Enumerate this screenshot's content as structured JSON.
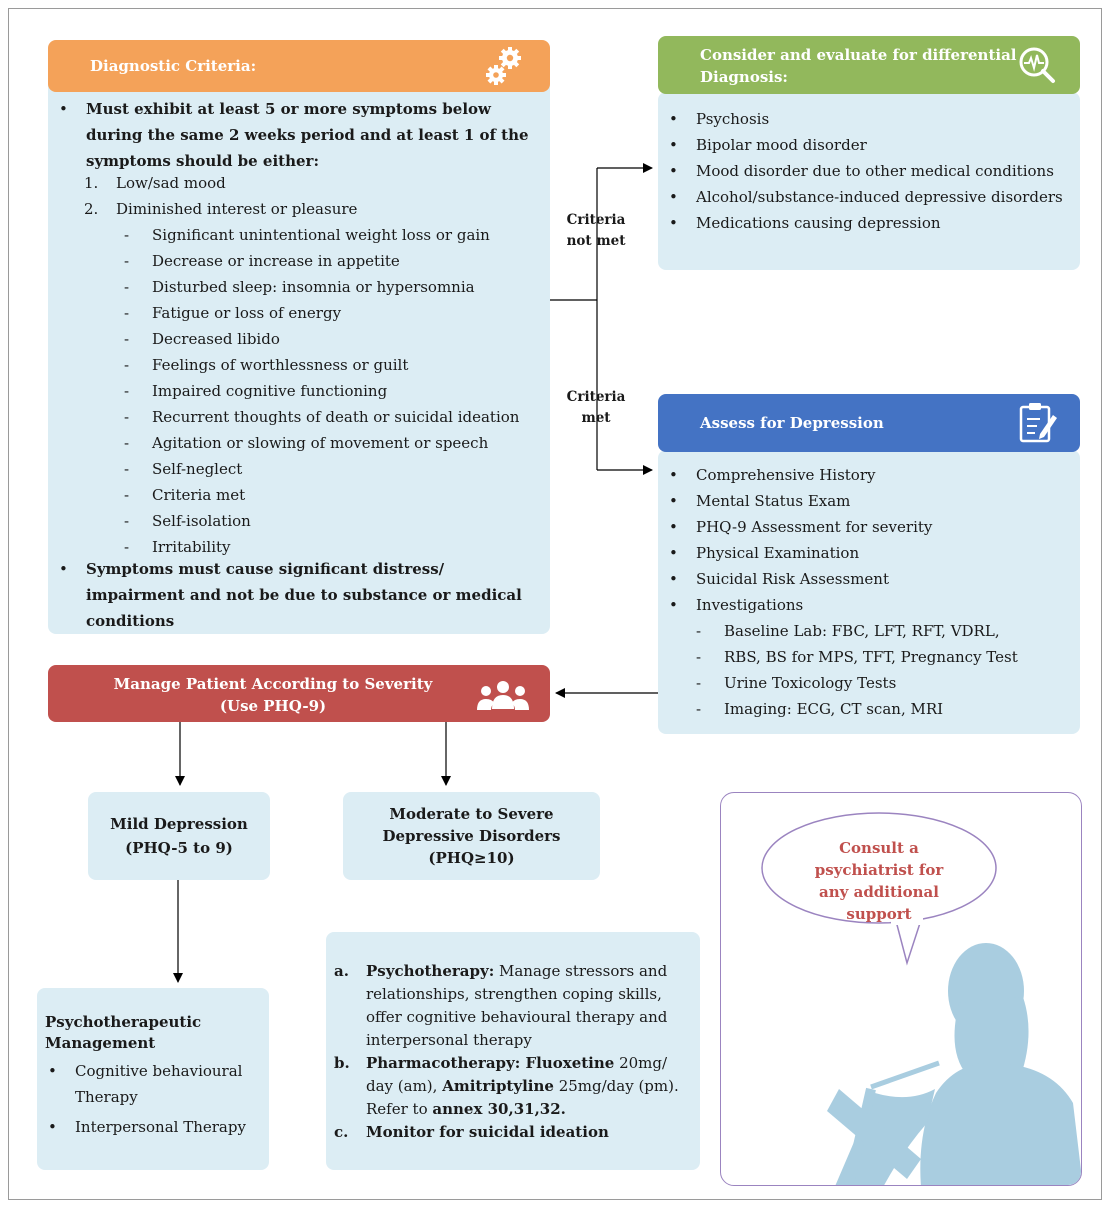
{
  "diagnostic": {
    "header": "Diagnostic Criteria:",
    "bullet1": "Must exhibit at least 5 or more symptoms below during the same 2 weeks period and at least 1 of the symptoms should be either:",
    "core": [
      {
        "num": "1.",
        "text": "Low/sad mood"
      },
      {
        "num": "2.",
        "text": "Diminished interest or pleasure"
      }
    ],
    "symptoms": [
      "Significant unintentional weight loss or gain",
      "Decrease or increase in appetite",
      "Disturbed sleep: insomnia or hypersomnia",
      "Fatigue or loss of energy",
      "Decreased libido",
      "Feelings of worthlessness or guilt",
      "Impaired cognitive functioning",
      "Recurrent thoughts of death or suicidal ideation",
      "Agitation or slowing of movement or speech",
      "Self-neglect",
      "Criteria met",
      "Self-isolation",
      "Irritability"
    ],
    "bullet2": "Symptoms must cause significant distress/ impairment and not be due to substance or medical conditions"
  },
  "differential": {
    "header": "Consider and evaluate for differential Diagnosis:",
    "items": [
      "Psychosis",
      "Bipolar mood disorder",
      "Mood disorder due to other medical conditions",
      "Alcohol/substance-induced depressive disorders",
      "Medications causing depression"
    ]
  },
  "labels": {
    "not_met": "Criteria not met",
    "met": "Criteria met"
  },
  "assess": {
    "header": "Assess for Depression",
    "items": [
      "Comprehensive History",
      "Mental Status Exam",
      "PHQ-9 Assessment for severity",
      "Physical Examination",
      "Suicidal Risk Assessment",
      "Investigations"
    ],
    "investigations": [
      "Baseline Lab: FBC, LFT, RFT, VDRL,",
      "RBS, BS for MPS, TFT, Pregnancy Test",
      "Urine Toxicology Tests",
      "Imaging: ECG, CT scan, MRI"
    ]
  },
  "manage": {
    "line1": "Manage Patient According to Severity",
    "line2": "(Use PHQ-9)"
  },
  "mild": {
    "line1": "Mild Depression",
    "line2": "(PHQ-5 to 9)"
  },
  "moderate": {
    "line1": "Moderate to Severe",
    "line2": "Depressive Disorders",
    "line3": "(PHQ≥10)"
  },
  "psycho": {
    "title": "Psychotherapeutic Management",
    "items": [
      "Cognitive behavioural Therapy",
      "Interpersonal Therapy"
    ]
  },
  "treatment": {
    "a_letter": "a.",
    "a_bold": "Psychotherapy:",
    "a_text": " Manage stressors and relationships, strengthen coping skills, offer cognitive behavioural therapy and interpersonal therapy",
    "b_letter": "b.",
    "b_bold1": "Pharmacotherapy: Fluoxetine",
    "b_text1": " 20mg/ day (am), ",
    "b_bold2": "Amitriptyline",
    "b_text2": " 25mg/day (pm). Refer to ",
    "b_bold3": "annex 30,31,32.",
    "c_letter": "c.",
    "c_bold": "Monitor for suicidal ideation"
  },
  "consult": {
    "text": "Consult a psychiatrist for any additional support"
  },
  "colors": {
    "orange": "#f4a259",
    "green": "#92b85c",
    "blue": "#4473c4",
    "red": "#c0504d",
    "panel": "#dcedf4",
    "consult_text": "#c0504d"
  }
}
